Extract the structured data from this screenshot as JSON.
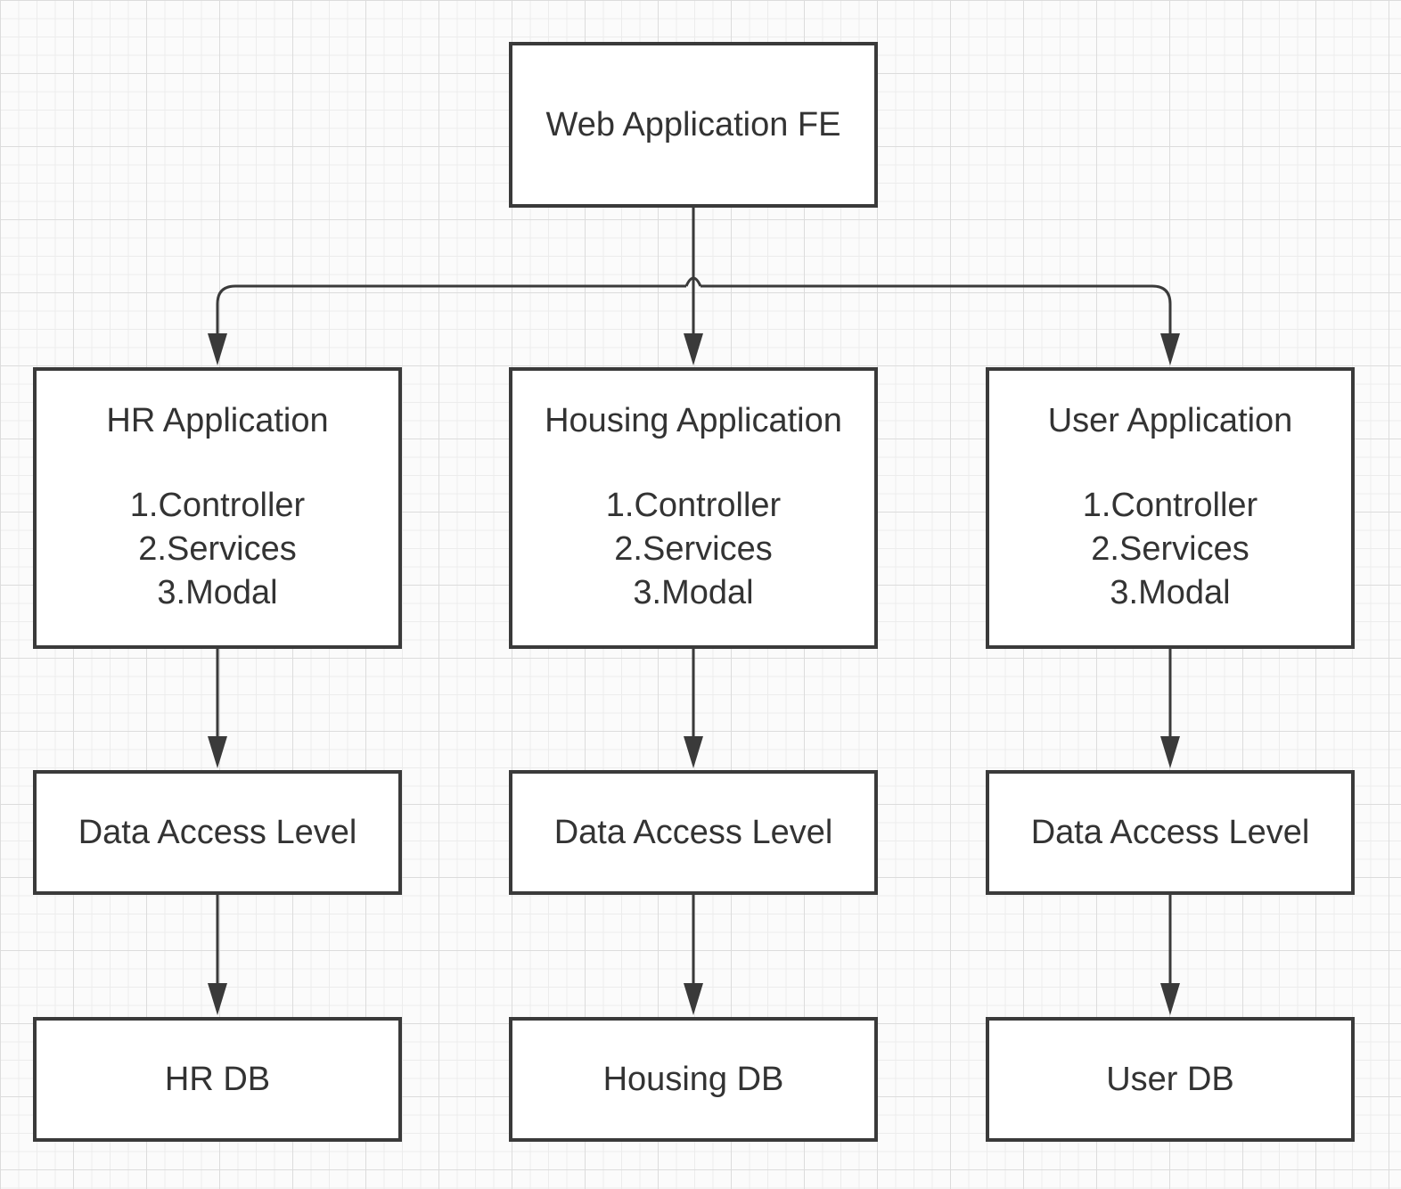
{
  "diagram": {
    "frontend": {
      "label": "Web Application FE"
    },
    "applications": [
      {
        "title": "HR Application",
        "items": [
          "1.Controller",
          "2.Services",
          "3.Modal"
        ],
        "data_access": "Data Access Level",
        "database": "HR DB"
      },
      {
        "title": "Housing Application",
        "items": [
          "1.Controller",
          "2.Services",
          "3.Modal"
        ],
        "data_access": "Data Access Level",
        "database": "Housing DB"
      },
      {
        "title": "User Application",
        "items": [
          "1.Controller",
          "2.Services",
          "3.Modal"
        ],
        "data_access": "Data Access Level",
        "database": "User DB"
      }
    ],
    "edges": [
      {
        "from": "Web Application FE",
        "to": "HR Application"
      },
      {
        "from": "Web Application FE",
        "to": "Housing Application"
      },
      {
        "from": "Web Application FE",
        "to": "User Application"
      },
      {
        "from": "HR Application",
        "to": "Data Access Level"
      },
      {
        "from": "Housing Application",
        "to": "Data Access Level"
      },
      {
        "from": "User Application",
        "to": "Data Access Level"
      },
      {
        "from": "Data Access Level",
        "to": "HR DB"
      },
      {
        "from": "Data Access Level",
        "to": "Housing DB"
      },
      {
        "from": "Data Access Level",
        "to": "User DB"
      }
    ],
    "colors": {
      "border": "#3a3a3a",
      "text": "#333333",
      "grid": "#dcdcdc",
      "background": "#fbfbfb"
    }
  }
}
